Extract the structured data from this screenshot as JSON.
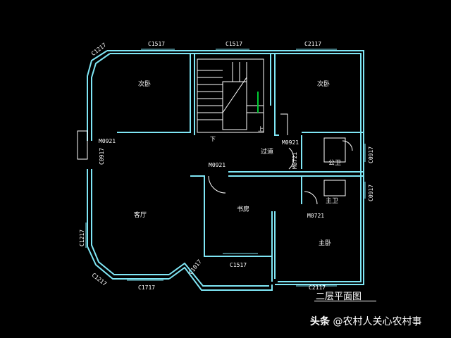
{
  "rooms": {
    "bedroom_left": "次卧",
    "bedroom_right": "次卧",
    "corridor": "过道",
    "public_bath": "公卫",
    "master_bath": "主卫",
    "living_room": "客厅",
    "study": "书房",
    "master_bedroom": "主卧"
  },
  "stair_marks": {
    "down": "下",
    "up": "上"
  },
  "codes": {
    "c1517_top_left": "C1517",
    "c1517_top_mid": "C1517",
    "c2117_top_right": "C2117",
    "c1217_corner": "C1217",
    "m0921_left": "M0921",
    "c0917_left": "C0917",
    "m0921_right": "M0921",
    "m0721_pub": "M0721",
    "c0917_right_top": "C0917",
    "m0921_mid": "M0921",
    "c0917_right_bottom": "C0917",
    "m0721_master": "M0721",
    "c1217_left": "C1217",
    "c1217_bottom_corner": "C1217",
    "c1717_bottom": "C1717",
    "c1017_bottom": "C1017",
    "c1517_bottom": "C1517",
    "c2117_bottom": "C2117"
  },
  "title": "二层平面图",
  "watermark": {
    "brand": "头条",
    "handle": "@农村人关心农村事"
  },
  "colors": {
    "wall": "#7fe6f5",
    "line": "#ffffff",
    "stair_accent": "#00cc33",
    "background": "#000000"
  }
}
